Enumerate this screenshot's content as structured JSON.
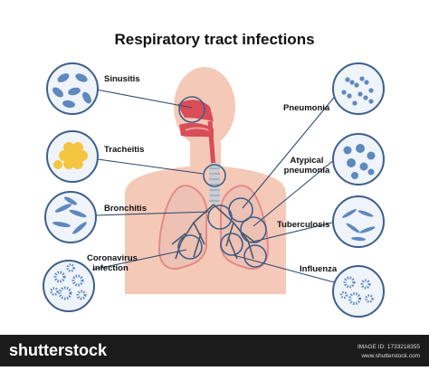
{
  "title": "Respiratory tract infections",
  "labels": {
    "sinusitis": "Sinusitis",
    "tracheitis": "Tracheitis",
    "bronchitis": "Bronchitis",
    "coronavirus": "Coronavirus infection",
    "pneumonia": "Pneumonia",
    "atypical_pneumonia": "Atypical pneumonia",
    "tuberculosis": "Tuberculosis",
    "influenza": "Influenza"
  },
  "footer": {
    "brand": "shutterstock",
    "image_id_label": "IMAGE ID: 1733218355",
    "site": "www.shutterstock.com"
  },
  "colors": {
    "body": "#f5c9b8",
    "lung": "#eec1b5",
    "lung_tissue": "#e48988",
    "airway": "#d84d56",
    "circle_border": "#3e5f8a",
    "circle_fill": "#eef4fa",
    "pathogen": "#5f88bf",
    "bacteria_yellow": "#f4c53e"
  }
}
